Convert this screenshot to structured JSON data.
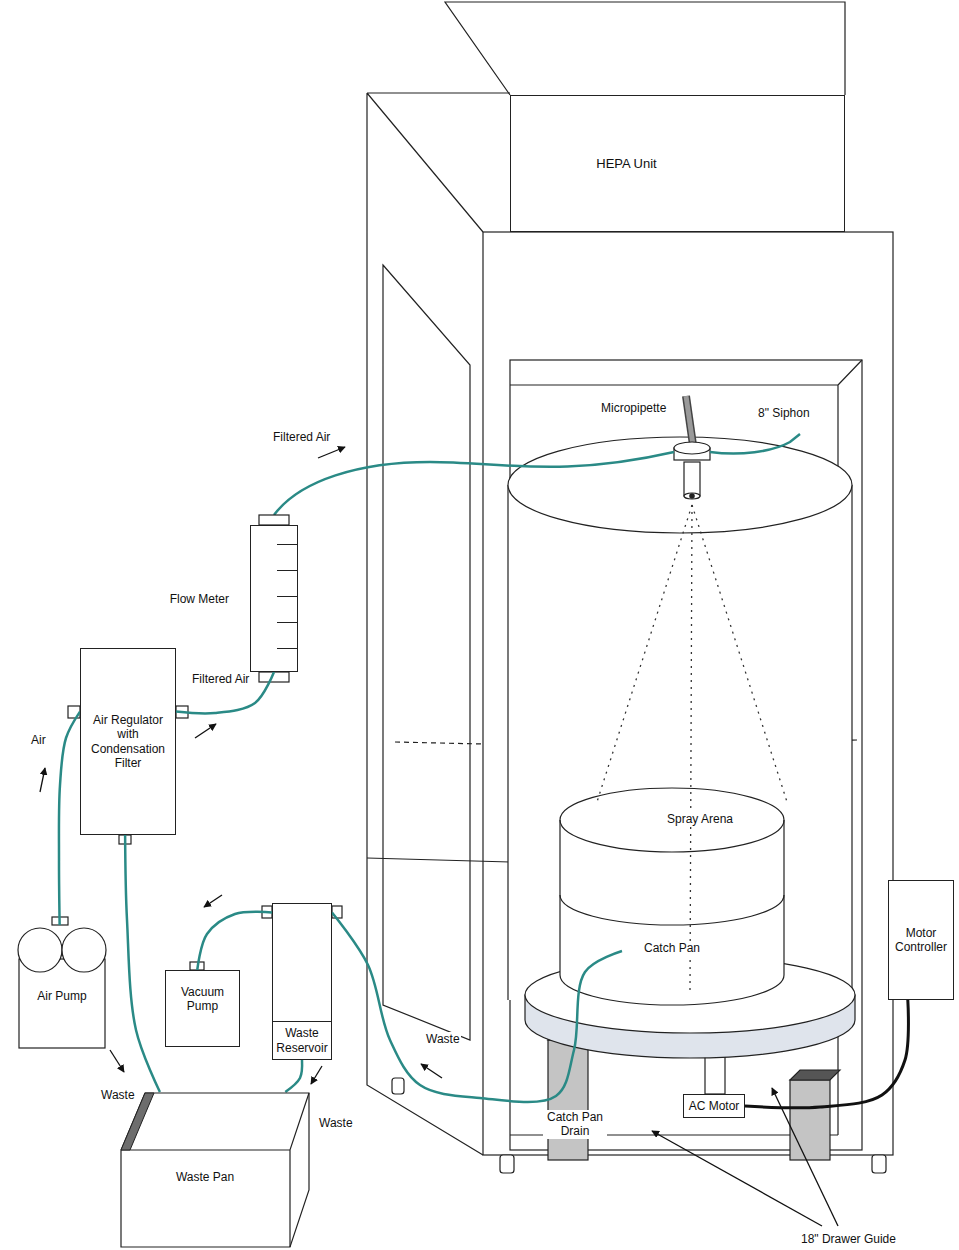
{
  "diagram": {
    "nodes": [
      {
        "text": [
          "HEPA Unit"
        ]
      },
      {
        "text": [
          "Flow Meter"
        ]
      },
      {
        "text": [
          "Air Regulator with Condensation Filter"
        ]
      },
      {
        "text": [
          "Spray Arena"
        ]
      },
      {
        "text": [
          "Catch Pan"
        ]
      },
      {
        "text": [
          "Air Pump"
        ]
      },
      {
        "text": [
          "Vacuum Pump"
        ]
      },
      {
        "text": [
          "Waste Reservoir"
        ]
      },
      {
        "text": [
          "Motor Controller"
        ]
      },
      {
        "text": [
          "Waste Pan"
        ]
      },
      {
        "text": [
          "AC Motor"
        ]
      }
    ],
    "edges": [
      {
        "from": 5,
        "to": 2,
        "arrow": "none"
      },
      {
        "from": 2,
        "to": 1,
        "arrow": "none"
      },
      {
        "from": 2,
        "to": 9,
        "arrow": "none"
      },
      {
        "from": 7,
        "to": 6,
        "arrow": "none"
      },
      {
        "from": 7,
        "to": 9,
        "arrow": "none"
      },
      {
        "from": 4,
        "to": 7,
        "arrow": "none"
      },
      {
        "from": 8,
        "to": 10,
        "arrow": "none"
      }
    ],
    "labels": [
      "Micropipette",
      "8\" Siphon",
      "Filtered Air",
      "Filtered Air",
      "Air",
      "Waste",
      "Waste",
      "Waste",
      "Catch Pan Drain",
      "18\" Drawer Guide"
    ]
  }
}
